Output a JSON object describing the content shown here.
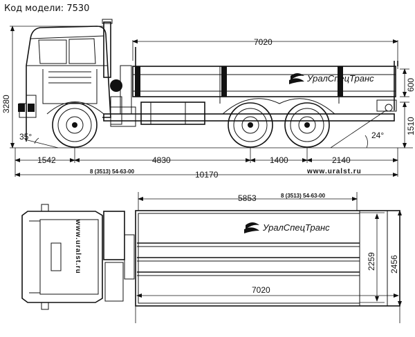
{
  "header": {
    "model_code": "Код модели: 7530"
  },
  "side_view": {
    "dims": {
      "cargo_length": "7020",
      "height_total": "3280",
      "side_height": "600",
      "platform_height": "1510",
      "front_angle": "35°",
      "rear_angle": "24°",
      "front_overhang": "1542",
      "wheelbase": "4830",
      "axle_spacing": "1400",
      "rear_overhang": "2140",
      "total_length": "10170"
    },
    "phone": "8 (3513) 54-63-00",
    "website": "www.uralst.ru",
    "brand": "УралСпецТранс"
  },
  "top_view": {
    "dims": {
      "cargo_length_top": "5853",
      "cargo_length_bottom": "7020",
      "inner_width": "2259",
      "outer_width": "2456"
    },
    "phone": "8 (3513) 54-63-00",
    "website": "www.uralst.ru",
    "brand": "УралСпецТранс"
  }
}
